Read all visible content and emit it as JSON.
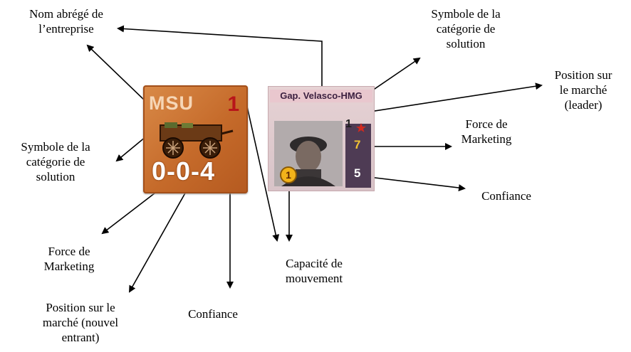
{
  "labels": {
    "company_abbr": "Nom abrégé de\nl’entreprise",
    "solution_symbol_left": "Symbole de la\ncatégorie de\nsolution",
    "marketing_left": "Force de\nMarketing",
    "position_new": "Position sur le\nmarché (nouvel\nentrant)",
    "trust_left": "Confiance",
    "movement": "Capacité de\nmouvement",
    "solution_symbol_right": "Symbole de la\ncatégorie de\nsolution",
    "position_leader": "Position sur\nle marché\n(leader)",
    "marketing_right": "Force de\nMarketing",
    "trust_right": "Confiance"
  },
  "counter_company": {
    "abbr": "MSU",
    "movement": "1",
    "stats": "0-0-4",
    "symbol": "wagon-icon",
    "color": "#c56a2a"
  },
  "counter_leader": {
    "name": "Gap. Velasco-HMG",
    "leader_value": "1",
    "marketing": "7",
    "trust": "5",
    "movement": "1",
    "symbol": "star-icon"
  }
}
